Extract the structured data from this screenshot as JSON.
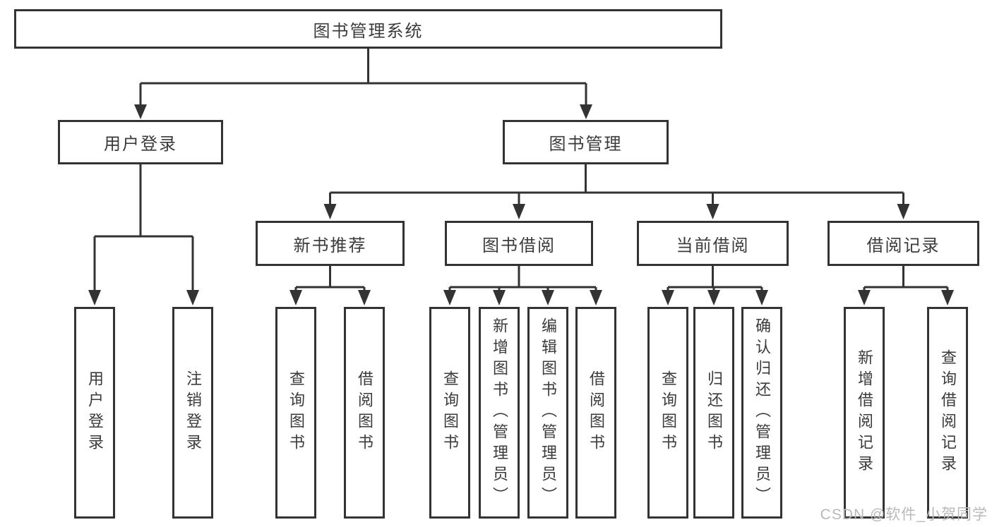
{
  "diagram_title": "图书管理系统",
  "tree": {
    "label": "图书管理系统",
    "children": [
      {
        "label": "用户登录",
        "children": [
          {
            "label": "用户登录"
          },
          {
            "label": "注销登录"
          }
        ]
      },
      {
        "label": "图书管理",
        "children": [
          {
            "label": "新书推荐",
            "children": [
              {
                "label": "查询图书"
              },
              {
                "label": "借阅图书"
              }
            ]
          },
          {
            "label": "图书借阅",
            "children": [
              {
                "label": "查询图书"
              },
              {
                "label": "新增图书（管理员）"
              },
              {
                "label": "编辑图书（管理员）"
              },
              {
                "label": "借阅图书"
              }
            ]
          },
          {
            "label": "当前借阅",
            "children": [
              {
                "label": "查询图书"
              },
              {
                "label": "归还图书"
              },
              {
                "label": "确认归还（管理员）"
              }
            ]
          },
          {
            "label": "借阅记录",
            "children": [
              {
                "label": "新增借阅记录"
              },
              {
                "label": "查询借阅记录"
              }
            ]
          }
        ]
      }
    ]
  },
  "watermark": "CSDN @软件_小贺同学",
  "colors": {
    "line": "#333333",
    "box_border": "#333333",
    "text": "#3b3b3b",
    "background": "#ffffff",
    "watermark": "#b9b9b9"
  }
}
